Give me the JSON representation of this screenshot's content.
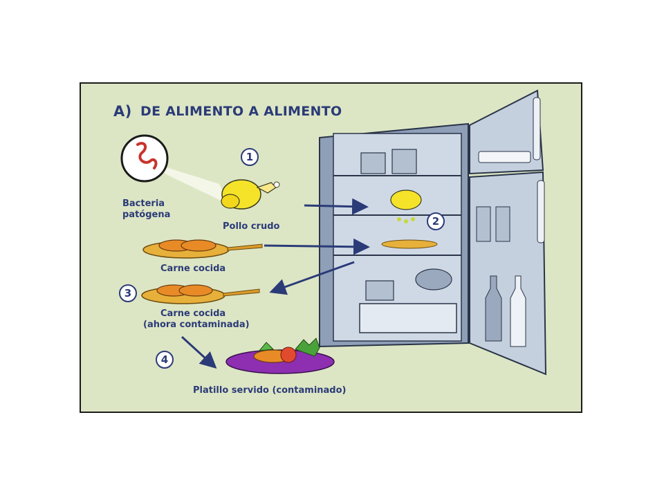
{
  "title": {
    "letter": "A)",
    "text": "DE ALIMENTO A ALIMENTO"
  },
  "labels": {
    "bacteria_line1": "Bacteria",
    "bacteria_line2": "patógena",
    "raw_chicken": "Pollo crudo",
    "cooked_meat": "Carne cocida",
    "cooked_meat_again": "Carne cocida",
    "contaminated_note": "(ahora contaminada)",
    "served_dish": "Platillo servido (contaminado)"
  },
  "steps": [
    "1",
    "2",
    "3",
    "4"
  ],
  "colors": {
    "background": "#dde6c4",
    "text": "#2b3b78",
    "fridge": "#a9b8cc",
    "chicken": "#f5e32a"
  }
}
